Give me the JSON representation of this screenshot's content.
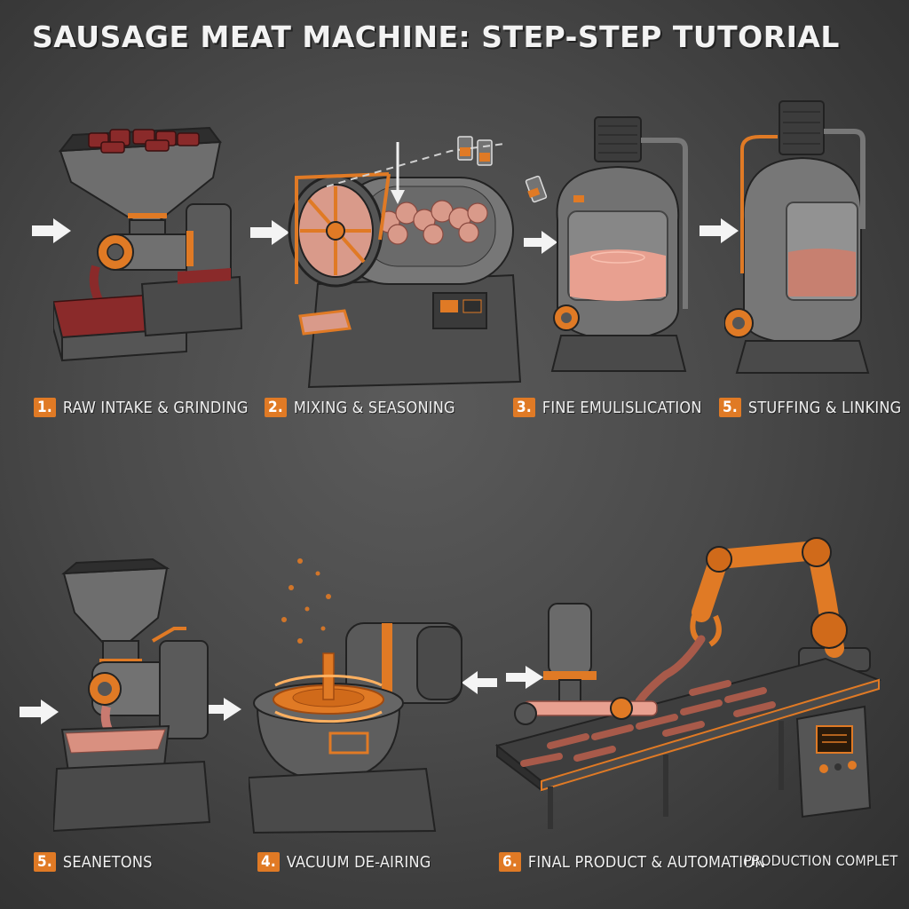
{
  "title": "SAUSAGE MEAT MACHINE: STEP-STEP TUTORIAL",
  "colors": {
    "accent": "#e07a25",
    "metal": "#6e6e6e",
    "dark_metal": "#3c3c3c",
    "meat": "#8a2a2a",
    "emulsion": "#e8a090"
  },
  "steps": [
    {
      "number": "1.",
      "label": "RAW INTAKE & GRINDING"
    },
    {
      "number": "2.",
      "label": "MIXING & SEASONING"
    },
    {
      "number": "3.",
      "label": "FINE EMULISLICATION"
    },
    {
      "number": "5.",
      "label": "STUFFING & LINKING"
    },
    {
      "number": "5.",
      "label": "SEANETONS"
    },
    {
      "number": "4.",
      "label": "VACUUM DE-AIRING"
    },
    {
      "number": "6.",
      "label": "FINAL PRODUCT & AUTOMATION"
    }
  ],
  "final_note": "PRODUCTION COMPLET"
}
